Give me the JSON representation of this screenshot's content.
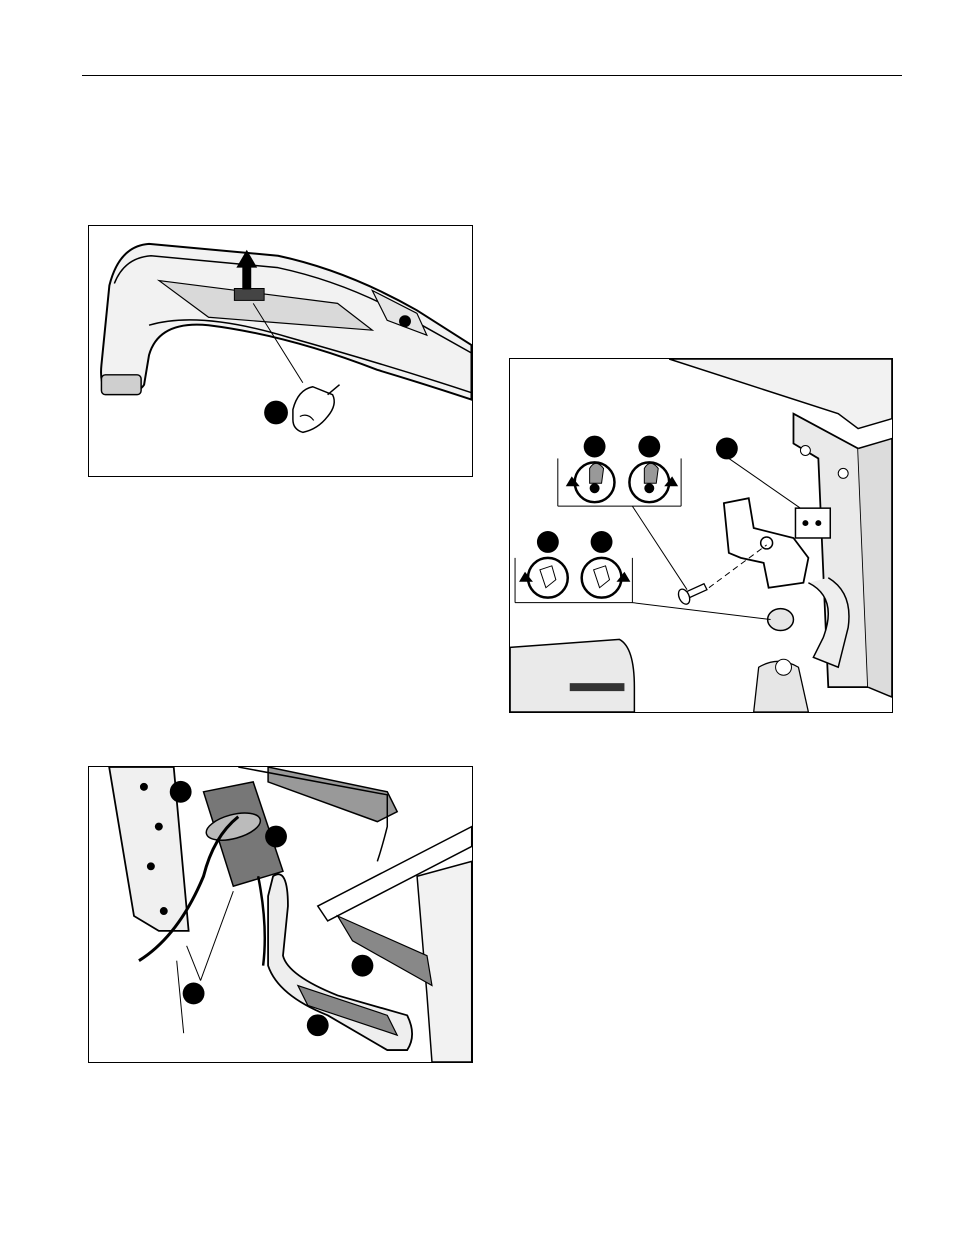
{
  "page": {
    "has_header_rule": true
  },
  "figures": [
    {
      "id": "fig-cover-removal",
      "callouts": [
        "",
        ""
      ],
      "icons": [
        "hand-icon",
        "arrow-up-icon"
      ]
    },
    {
      "id": "fig-hinge-screw",
      "callouts": [
        "",
        "",
        "",
        "",
        ""
      ],
      "icons": [
        "rotate-ccw-icon",
        "rotate-cw-icon",
        "hand-icon"
      ]
    },
    {
      "id": "fig-arm-cable",
      "callouts": [
        "",
        "",
        "",
        "",
        ""
      ],
      "icons": []
    }
  ]
}
